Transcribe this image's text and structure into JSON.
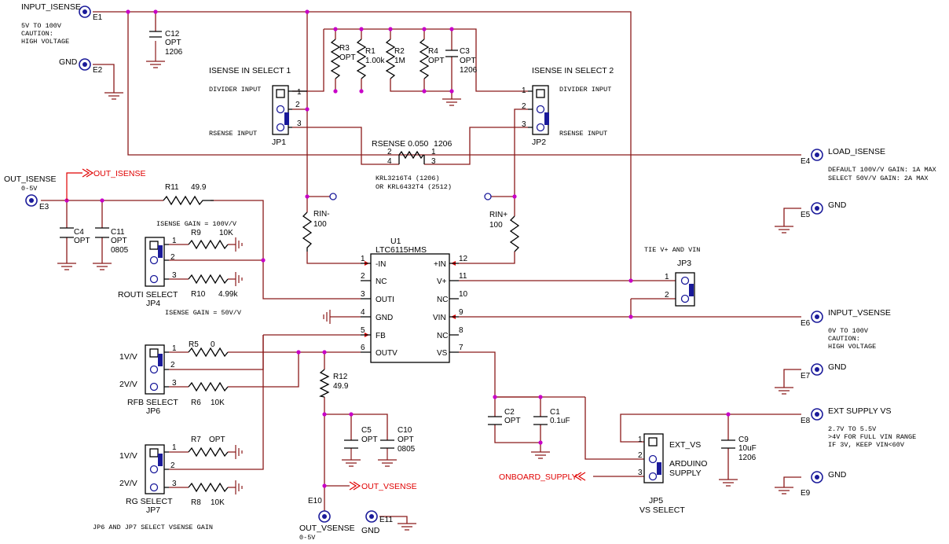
{
  "terminals": {
    "e1": {
      "name": "INPUT_ISENSE",
      "ref": "E1",
      "note1": "5V TO 100V",
      "note2": "CAUTION:",
      "note3": "HIGH VOLTAGE"
    },
    "e2": {
      "name": "GND",
      "ref": "E2"
    },
    "e3": {
      "name": "OUT_ISENSE",
      "ref": "E3",
      "note1": "0-5V"
    },
    "e4": {
      "name": "LOAD_ISENSE",
      "ref": "E4",
      "note1": "DEFAULT 100V/V GAIN: 1A MAX",
      "note2": "SELECT 50V/V GAIN: 2A MAX"
    },
    "e5": {
      "name": "GND",
      "ref": "E5"
    },
    "e6": {
      "name": "INPUT_VSENSE",
      "ref": "E6",
      "note1": "0V TO 100V",
      "note2": "CAUTION:",
      "note3": "HIGH VOLTAGE"
    },
    "e7": {
      "name": "GND",
      "ref": "E7"
    },
    "e8": {
      "name": "EXT SUPPLY VS",
      "ref": "E8",
      "note1": "2.7V TO 5.5V",
      "note2": ">4V FOR FULL VIN RANGE",
      "note3": "IF 3V, KEEP VIN<60V"
    },
    "e9": {
      "name": "GND",
      "ref": "E9"
    },
    "e10": {
      "name": "OUT_VSENSE",
      "ref": "E10",
      "note1": "0-5V"
    },
    "e11": {
      "name": "GND",
      "ref": "E11"
    }
  },
  "caps": {
    "c12": {
      "ref": "C12",
      "v1": "OPT",
      "v2": "1206"
    },
    "c3": {
      "ref": "C3",
      "v1": "OPT",
      "v2": "1206"
    },
    "c4": {
      "ref": "C4",
      "v1": "OPT"
    },
    "c11": {
      "ref": "C11",
      "v1": "OPT",
      "v2": "0805"
    },
    "c5": {
      "ref": "C5",
      "v1": "OPT"
    },
    "c10": {
      "ref": "C10",
      "v1": "OPT",
      "v2": "0805"
    },
    "c2": {
      "ref": "C2",
      "v1": "OPT"
    },
    "c1": {
      "ref": "C1",
      "v1": "0.1uF"
    },
    "c9": {
      "ref": "C9",
      "v1": "10uF",
      "v2": "1206"
    }
  },
  "resistors": {
    "r3": {
      "ref": "R3",
      "val": "OPT"
    },
    "r1": {
      "ref": "R1",
      "val": "1.00k"
    },
    "r2": {
      "ref": "R2",
      "val": "1M"
    },
    "r4": {
      "ref": "R4",
      "val": "OPT"
    },
    "r11": {
      "ref": "R11",
      "val": "49.9"
    },
    "r9": {
      "ref": "R9",
      "val": "10K"
    },
    "r10": {
      "ref": "R10",
      "val": "4.99k"
    },
    "r5": {
      "ref": "R5",
      "val": "0"
    },
    "r6": {
      "ref": "R6",
      "val": "10K"
    },
    "r7": {
      "ref": "R7",
      "val": "OPT"
    },
    "r8": {
      "ref": "R8",
      "val": "10K"
    },
    "r12": {
      "ref": "R12",
      "val": "49.9"
    },
    "rinm": {
      "ref": "RIN-",
      "val": "100"
    },
    "rinp": {
      "ref": "RIN+",
      "val": "100"
    },
    "rsense": {
      "ref": "RSENSE 0.050",
      "size": "1206",
      "p1": "2",
      "p2": "1",
      "p3": "4",
      "p4": "3",
      "alt1": "KRL3216T4 (1206)",
      "alt2": "OR  KRL6432T4 (2512)"
    }
  },
  "jumpers": {
    "jp1": {
      "title": "ISENSE IN SELECT 1",
      "ref": "JP1",
      "l1": "DIVIDER INPUT",
      "l2": "RSENSE INPUT",
      "p1": "1",
      "p2": "2",
      "p3": "3"
    },
    "jp2": {
      "title": "ISENSE IN SELECT 2",
      "ref": "JP2",
      "l1": "DIVIDER INPUT",
      "l2": "RSENSE INPUT",
      "p1": "1",
      "p2": "2",
      "p3": "3"
    },
    "jp3": {
      "title": "TIE V+ AND VIN",
      "ref": "JP3",
      "p1": "1",
      "p2": "2"
    },
    "jp4": {
      "title": "ROUTI SELECT",
      "ref": "JP4",
      "l1": "ISENSE GAIN = 100V/V",
      "l2": "ISENSE GAIN = 50V/V",
      "p1": "1",
      "p2": "2",
      "p3": "3"
    },
    "jp5": {
      "title": "VS SELECT",
      "ref": "JP5",
      "l1": "EXT_VS",
      "l2": "ARDUINO",
      "l3": "SUPPLY",
      "p1": "1",
      "p2": "2",
      "p3": "3"
    },
    "jp6": {
      "title": "RFB SELECT",
      "ref": "JP6",
      "l1": "1V/V",
      "l2": "2V/V",
      "p1": "1",
      "p2": "2",
      "p3": "3"
    },
    "jp7": {
      "title": "RG SELECT",
      "ref": "JP7",
      "l1": "1V/V",
      "l2": "2V/V",
      "p1": "1",
      "p2": "2",
      "p3": "3"
    }
  },
  "ic": {
    "ref": "U1",
    "part": "LTC6115HMS",
    "left": [
      {
        "n": "1",
        "name": "-IN"
      },
      {
        "n": "2",
        "name": "NC"
      },
      {
        "n": "3",
        "name": "OUTI"
      },
      {
        "n": "4",
        "name": "GND"
      },
      {
        "n": "5",
        "name": "FB"
      },
      {
        "n": "6",
        "name": "OUTV"
      }
    ],
    "right": [
      {
        "n": "12",
        "name": "+IN"
      },
      {
        "n": "11",
        "name": "V+"
      },
      {
        "n": "10",
        "name": "NC"
      },
      {
        "n": "9",
        "name": "VIN"
      },
      {
        "n": "8",
        "name": "NC"
      },
      {
        "n": "7",
        "name": "VS"
      }
    ]
  },
  "nets": {
    "out_isense": "OUT_ISENSE",
    "out_vsense": "OUT_VSENSE",
    "onboard_supply": "ONBOARD_SUPPLY"
  },
  "notes": {
    "jp6_jp7": "JP6 AND JP7 SELECT VSENSE GAIN"
  },
  "colors": {
    "wire": "#8b1a1a",
    "part": "#000000",
    "jumper": "#1a1a9a",
    "junction": "#c800c8",
    "net": "#e00000"
  }
}
